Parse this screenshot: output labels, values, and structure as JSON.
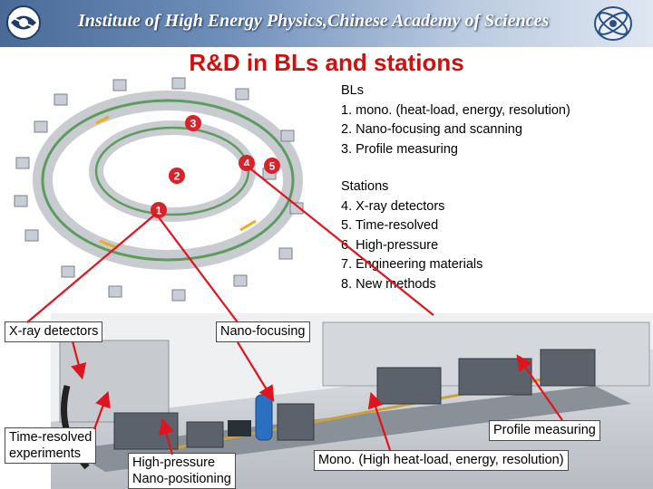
{
  "header": {
    "institute_title": "Institute of High Energy Physics,Chinese Academy of Sciences",
    "band_color": "#4a6b98"
  },
  "slide": {
    "title": "R&D in BLs and stations",
    "title_color": "#d01010"
  },
  "bls": {
    "heading": "BLs",
    "items": [
      "1. mono. (heat-load, energy, resolution)",
      "2. Nano-focusing and scanning",
      "3. Profile measuring"
    ]
  },
  "stations": {
    "heading": "Stations",
    "items": [
      "4. X-ray detectors",
      "5. Time-resolved",
      "6. High-pressure",
      "7. Engineering materials",
      "8. New methods"
    ]
  },
  "ring": {
    "markers": [
      "1",
      "2",
      "3",
      "4",
      "5"
    ],
    "marker_color": "#d8232a"
  },
  "labels": {
    "xray_detectors": "X-ray detectors",
    "nano_focusing": "Nano-focusing",
    "time_resolved_1": "Time-resolved",
    "time_resolved_2": "experiments",
    "high_pressure": "High-pressure",
    "nano_positioning": "Nano-positioning",
    "profile_measuring": "Profile measuring",
    "mono": "Mono. (High heat-load, energy, resolution)"
  },
  "arrow_color": "#e0141e"
}
